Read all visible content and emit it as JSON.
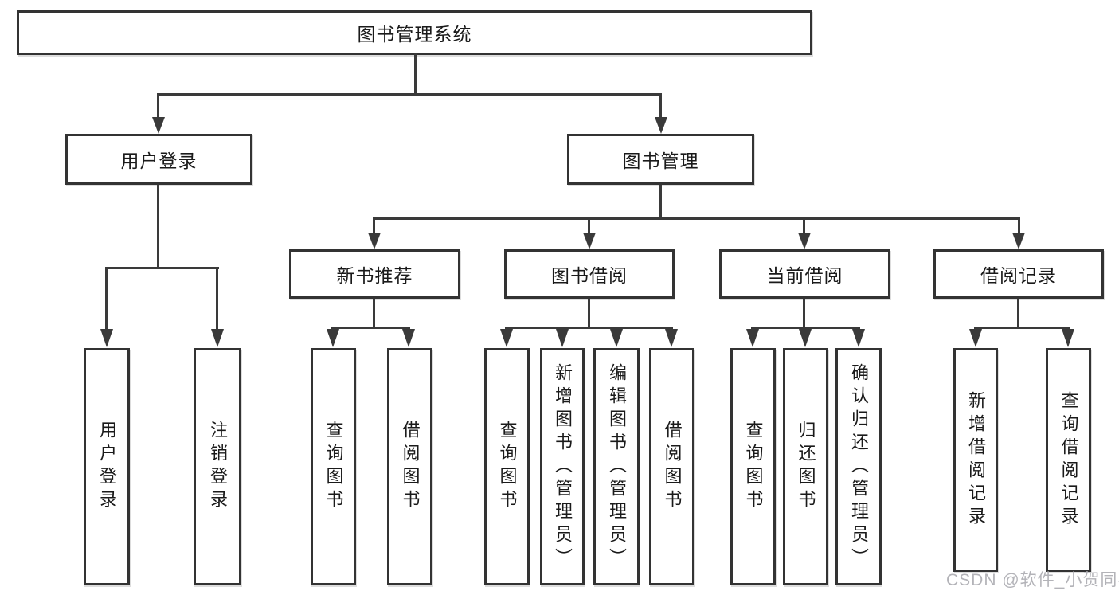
{
  "diagram": {
    "title": "图书管理系统",
    "watermark": "CSDN @软件_小贺同学",
    "colors": {
      "line": "#3a3a3a",
      "border": "#333333",
      "text": "#1a1a1a",
      "watermark": "#b3b3b8",
      "background": "#ffffff"
    },
    "nodes": {
      "root": {
        "label": "图书管理系统"
      },
      "user_login": {
        "label": "用户登录"
      },
      "book_mgmt": {
        "label": "图书管理"
      },
      "new_book_rec": {
        "label": "新书推荐"
      },
      "book_borrow": {
        "label": "图书借阅"
      },
      "current_borrow": {
        "label": "当前借阅"
      },
      "borrow_record": {
        "label": "借阅记录"
      },
      "leaf_user_login": {
        "label": "用户登录"
      },
      "leaf_logout": {
        "label": "注销登录"
      },
      "leaf_query_books_rec": {
        "label": "查询图书"
      },
      "leaf_borrow_books_rec": {
        "label": "借阅图书"
      },
      "leaf_query_books_borrow": {
        "label": "查询图书"
      },
      "leaf_add_books_admin": {
        "label": "新增图书（管理员）"
      },
      "leaf_edit_books_admin": {
        "label": "编辑图书（管理员）"
      },
      "leaf_borrow_books_borrow": {
        "label": "借阅图书"
      },
      "leaf_query_books_current": {
        "label": "查询图书"
      },
      "leaf_return_books": {
        "label": "归还图书"
      },
      "leaf_confirm_return_admin": {
        "label": "确认归还（管理员）"
      },
      "leaf_add_borrow_record": {
        "label": "新增借阅记录"
      },
      "leaf_query_borrow_record": {
        "label": "查询借阅记录"
      }
    },
    "hierarchy": {
      "图书管理系统": {
        "用户登录": [
          "用户登录",
          "注销登录"
        ],
        "图书管理": {
          "新书推荐": [
            "查询图书",
            "借阅图书"
          ],
          "图书借阅": [
            "查询图书",
            "新增图书（管理员）",
            "编辑图书（管理员）",
            "借阅图书"
          ],
          "当前借阅": [
            "查询图书",
            "归还图书",
            "确认归还（管理员）"
          ],
          "借阅记录": [
            "新增借阅记录",
            "查询借阅记录"
          ]
        }
      }
    }
  }
}
